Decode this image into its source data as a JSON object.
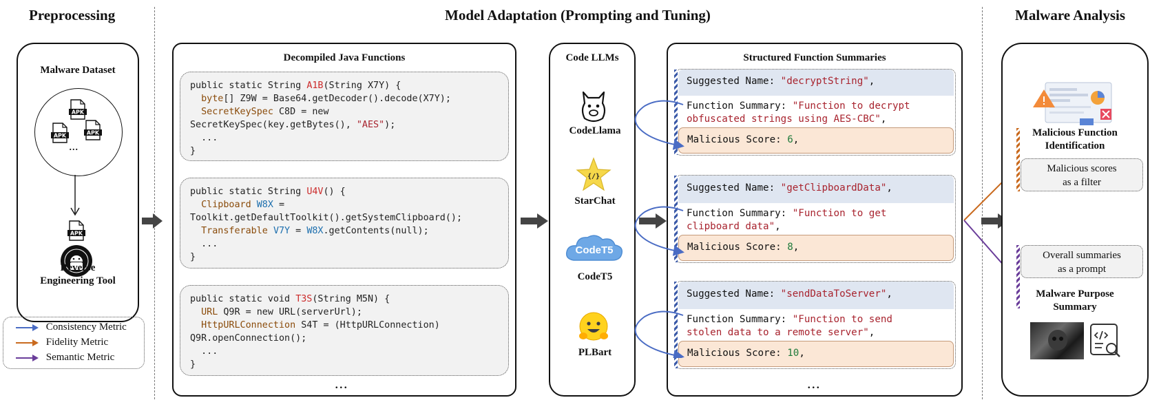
{
  "sections": {
    "preprocessing": "Preprocessing",
    "adaptation": "Model Adaptation (Prompting and Tuning)",
    "analysis": "Malware Analysis"
  },
  "preprocessing": {
    "dataset_title": "Malware Dataset",
    "apk_label": "APK",
    "ellipsis": "...",
    "tool_label": "Reverse Engineering Tool",
    "tool_label_line1": "Reverse",
    "tool_label_line2": "Engineering Tool"
  },
  "legend": [
    {
      "label": "Consistency Metric",
      "color": "#4a6cc4"
    },
    {
      "label": "Fidelity Metric",
      "color": "#c96a1e"
    },
    {
      "label": "Semantic Metric",
      "color": "#6a3d9a"
    }
  ],
  "decompiled": {
    "title": "Decompiled Java Functions",
    "ellipsis": "...",
    "functions": [
      {
        "l1a": "public static String ",
        "l1b": "A1B",
        "l1c": "(String X7Y) {",
        "l2a": "  ",
        "l2b": "byte",
        "l2c": "[] Z9W = Base64.getDecoder().decode(X7Y);",
        "l3a": "  ",
        "l3b": "SecretKeySpec",
        "l3c": " C8D = new",
        "l4a": "SecretKeySpec(key.getBytes(), ",
        "l4b": "\"AES\"",
        "l4c": ");",
        "l5": "  ...",
        "l6": "}"
      },
      {
        "l1a": "public static String ",
        "l1b": "U4V",
        "l1c": "() {",
        "l2a": "  ",
        "l2b": "Clipboard",
        "l2c": " ",
        "l2d": "W8X",
        "l2e": " =",
        "l3": "Toolkit.getDefaultToolkit().getSystemClipboard();",
        "l4a": "  ",
        "l4b": "Transferable",
        "l4c": " ",
        "l4d": "V7Y",
        "l4e": " = ",
        "l4f": "W8X",
        "l4g": ".getContents(null);",
        "l5": "  ...",
        "l6": "}"
      },
      {
        "l1a": "public static void ",
        "l1b": "T3S",
        "l1c": "(String M5N) {",
        "l2a": "  ",
        "l2b": "URL",
        "l2c": " Q9R = new URL(serverUrl);",
        "l3a": "  ",
        "l3b": "HttpURLConnection",
        "l3c": " S4T = (HttpURLConnection)",
        "l4": "Q9R.openConnection();",
        "l5": "  ...",
        "l6": "}"
      }
    ]
  },
  "llms": {
    "title": "Code LLMs",
    "models": [
      "CodeLlama",
      "StarChat",
      "CodeT5",
      "PLBart"
    ],
    "codet5_logo": "CodeT5",
    "starchat_logo": "{/}"
  },
  "summaries": {
    "title": "Structured Function Summaries",
    "ellipsis": "...",
    "name_key": "Suggested Name: ",
    "summary_key": "Function Summary: ",
    "score_key": "Malicious Score: ",
    "items": [
      {
        "name": "\"decryptString\"",
        "summary_l1": "\"Function to decrypt",
        "summary_l2": "obfuscated strings using AES-CBC\"",
        "score": "6"
      },
      {
        "name": "\"getClipboardData\"",
        "summary_l1": "\"Function to get",
        "summary_l2": "clipboard data\"",
        "score": "8"
      },
      {
        "name": "\"sendDataToServer\"",
        "summary_l1": "\"Function to send",
        "summary_l2": "stolen data to a remote server\"",
        "score": "10"
      }
    ]
  },
  "analysis": {
    "malicious_title": "Malicious Function Identification",
    "malicious_title_l1": "Malicious Function",
    "malicious_title_l2": "Identification",
    "filter_l1": "Malicious scores",
    "filter_l2": "as a filter",
    "prompt_l1": "Overall summaries",
    "prompt_l2": "as a prompt",
    "purpose_l1": "Malware Purpose",
    "purpose_l2": "Summary"
  }
}
